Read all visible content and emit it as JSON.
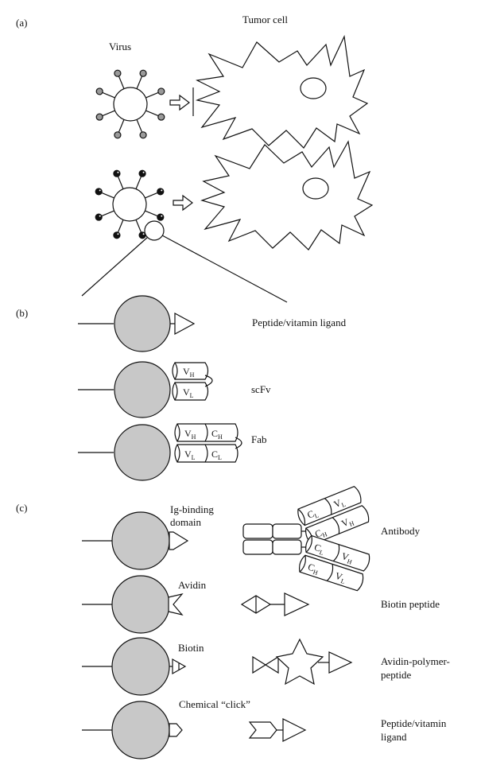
{
  "panels": {
    "a": {
      "label": "(a)",
      "virus_label": "Virus",
      "tumor_label": "Tumor cell"
    },
    "b": {
      "label": "(b)",
      "rows": [
        {
          "name": "Peptide/vitamin ligand"
        },
        {
          "name": "scFv"
        },
        {
          "name": "Fab"
        }
      ]
    },
    "c": {
      "label": "(c)",
      "rows": [
        {
          "adapter": "Ig-binding domain",
          "adapter_line1": "Ig-binding",
          "adapter_line2": "domain",
          "ligand": "Antibody"
        },
        {
          "adapter": "Avidin",
          "ligand": "Biotin peptide"
        },
        {
          "adapter": "Biotin",
          "ligand": "Avidin-polymer-peptide",
          "ligand_line1": "Avidin-polymer-",
          "ligand_line2": "peptide"
        },
        {
          "adapter": "Chemical “click”",
          "ligand": "Peptide/vitamin ligand",
          "ligand_line1": "Peptide/vitamin",
          "ligand_line2": "ligand"
        }
      ]
    }
  },
  "domains": {
    "vh": {
      "base": "V",
      "sub": "H"
    },
    "vl": {
      "base": "V",
      "sub": "L"
    },
    "ch": {
      "base": "C",
      "sub": "H"
    },
    "cl": {
      "base": "C",
      "sub": "L"
    }
  },
  "colors": {
    "stroke": "#111111",
    "particle_fill": "#c8c8c8",
    "knob_gray": "#9a9a9a",
    "knob_black": "#111111"
  }
}
